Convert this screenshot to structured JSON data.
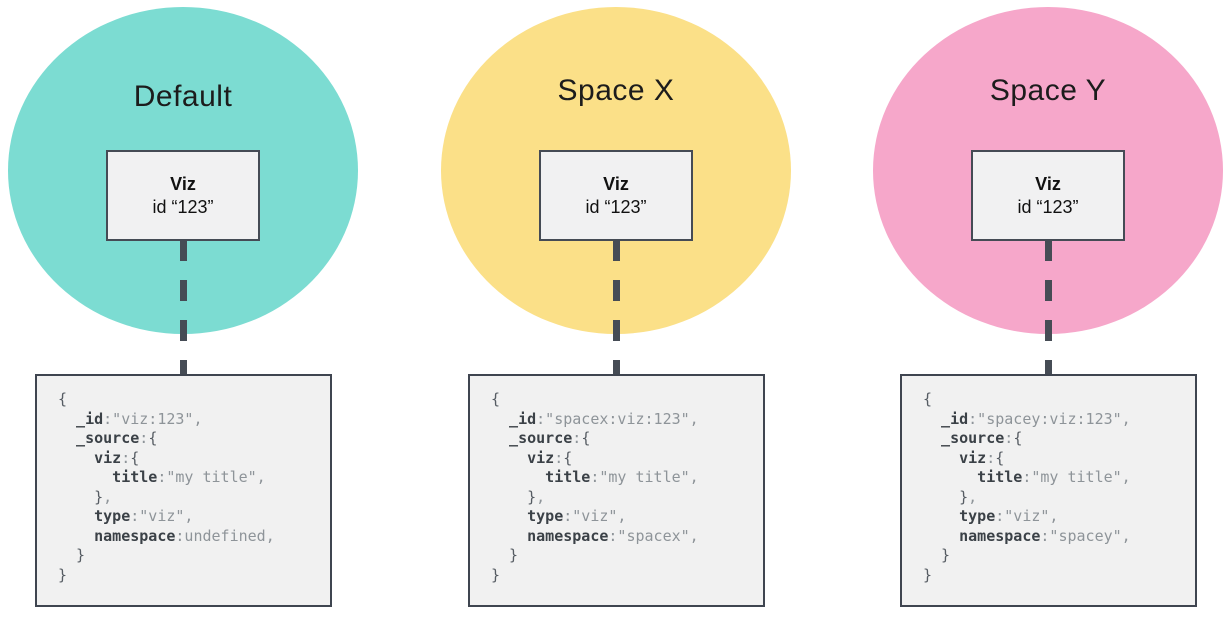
{
  "colors": {
    "default_circle": "#7cdcd2",
    "spacex_circle": "#fbe088",
    "spacey_circle": "#f6a7ca",
    "connector": "#464c55",
    "node_border": "#454b55",
    "code_key": "#3b4147",
    "code_punct": "#565c63",
    "code_value": "#8e9499"
  },
  "columns": [
    {
      "circle_label": "Default",
      "circle_color": "#7cdcd2",
      "viz_box": {
        "title": "Viz",
        "id_line": "id “123”"
      },
      "code_lines": [
        [
          {
            "t": "{",
            "c": "p"
          }
        ],
        [
          {
            "t": "  _id",
            "c": "k"
          },
          {
            "t": ":\"viz:123\",",
            "c": "v"
          }
        ],
        [
          {
            "t": "  _source",
            "c": "k"
          },
          {
            "t": ":",
            "c": "v"
          },
          {
            "t": "{",
            "c": "p"
          }
        ],
        [
          {
            "t": "    viz",
            "c": "k"
          },
          {
            "t": ":",
            "c": "v"
          },
          {
            "t": "{",
            "c": "p"
          }
        ],
        [
          {
            "t": "      title",
            "c": "k"
          },
          {
            "t": ":\"my title\",",
            "c": "v"
          }
        ],
        [
          {
            "t": "    }",
            "c": "p"
          },
          {
            "t": ",",
            "c": "v"
          }
        ],
        [
          {
            "t": "    type",
            "c": "k"
          },
          {
            "t": ":\"viz\",",
            "c": "v"
          }
        ],
        [
          {
            "t": "    namespace",
            "c": "k"
          },
          {
            "t": ":undefined,",
            "c": "v"
          }
        ],
        [
          {
            "t": "  }",
            "c": "p"
          }
        ],
        [
          {
            "t": "}",
            "c": "p"
          }
        ]
      ]
    },
    {
      "circle_label": "Space X",
      "circle_color": "#fbe088",
      "viz_box": {
        "title": "Viz",
        "id_line": "id “123”"
      },
      "code_lines": [
        [
          {
            "t": "{",
            "c": "p"
          }
        ],
        [
          {
            "t": "  _id",
            "c": "k"
          },
          {
            "t": ":\"spacex:viz:123\",",
            "c": "v"
          }
        ],
        [
          {
            "t": "  _source",
            "c": "k"
          },
          {
            "t": ":",
            "c": "v"
          },
          {
            "t": "{",
            "c": "p"
          }
        ],
        [
          {
            "t": "    viz",
            "c": "k"
          },
          {
            "t": ":",
            "c": "v"
          },
          {
            "t": "{",
            "c": "p"
          }
        ],
        [
          {
            "t": "      title",
            "c": "k"
          },
          {
            "t": ":\"my title\",",
            "c": "v"
          }
        ],
        [
          {
            "t": "    }",
            "c": "p"
          },
          {
            "t": ",",
            "c": "v"
          }
        ],
        [
          {
            "t": "    type",
            "c": "k"
          },
          {
            "t": ":\"viz\",",
            "c": "v"
          }
        ],
        [
          {
            "t": "    namespace",
            "c": "k"
          },
          {
            "t": ":\"spacex\",",
            "c": "v"
          }
        ],
        [
          {
            "t": "  }",
            "c": "p"
          }
        ],
        [
          {
            "t": "}",
            "c": "p"
          }
        ]
      ]
    },
    {
      "circle_label": "Space Y",
      "circle_color": "#f6a7ca",
      "viz_box": {
        "title": "Viz",
        "id_line": "id “123”"
      },
      "code_lines": [
        [
          {
            "t": "{",
            "c": "p"
          }
        ],
        [
          {
            "t": "  _id",
            "c": "k"
          },
          {
            "t": ":\"spacey:viz:123\",",
            "c": "v"
          }
        ],
        [
          {
            "t": "  _source",
            "c": "k"
          },
          {
            "t": ":",
            "c": "v"
          },
          {
            "t": "{",
            "c": "p"
          }
        ],
        [
          {
            "t": "    viz",
            "c": "k"
          },
          {
            "t": ":",
            "c": "v"
          },
          {
            "t": "{",
            "c": "p"
          }
        ],
        [
          {
            "t": "      title",
            "c": "k"
          },
          {
            "t": ":\"my title\",",
            "c": "v"
          }
        ],
        [
          {
            "t": "    }",
            "c": "p"
          },
          {
            "t": ",",
            "c": "v"
          }
        ],
        [
          {
            "t": "    type",
            "c": "k"
          },
          {
            "t": ":\"viz\",",
            "c": "v"
          }
        ],
        [
          {
            "t": "    namespace",
            "c": "k"
          },
          {
            "t": ":\"spacey\",",
            "c": "v"
          }
        ],
        [
          {
            "t": "  }",
            "c": "p"
          }
        ],
        [
          {
            "t": "}",
            "c": "p"
          }
        ]
      ]
    }
  ]
}
